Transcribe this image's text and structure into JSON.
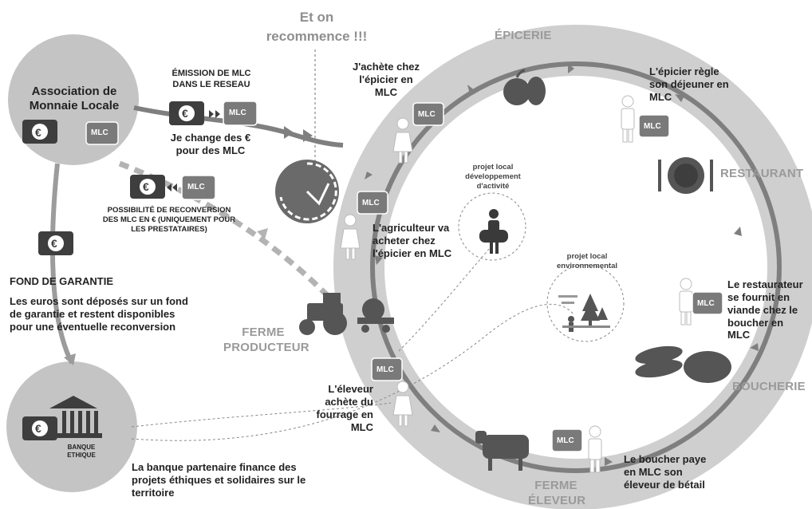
{
  "association": {
    "title": "Association de Monnaie Locale"
  },
  "currency": {
    "euro": "€",
    "mlc": "MLC"
  },
  "emission": {
    "title": "ÉMISSION DE MLC DANS LE RESEAU",
    "caption": "Je change des € pour des MLC"
  },
  "restart": {
    "text": "Et on recommence !!!"
  },
  "reconversion": {
    "text": "POSSIBILITÉ DE RECONVERSION DES MLC EN € (UNIQUEMENT POUR LES PRESTATAIRES)"
  },
  "fund": {
    "title": "FOND DE GARANTIE",
    "text": "Les euros sont déposés sur un fond de garantie et restent disponibles pour une éventuelle reconversion"
  },
  "bank": {
    "label": "BANQUE ETHIQUE",
    "text": "La  banque partenaire finance des projets éthiques et solidaires sur le territoire"
  },
  "stations": {
    "epicerie": "ÉPICERIE",
    "restaurant": "RESTAURANT",
    "boucherie": "BOUCHERIE",
    "ferme_eleveur": "FERME ÉLEVEUR",
    "ferme_producteur": "FERME PRODUCTEUR"
  },
  "steps": {
    "achete_epicier": "J'achète chez l'épicier en MLC",
    "epicier_dejeuner": "L'épicier règle son déjeuner en MLC",
    "restaurateur": "Le restaurateur se fournit en viande chez le boucher en MLC",
    "boucher": "Le boucher paye en MLC son éleveur de bétail",
    "eleveur": "L'éleveur achète du fourrage en MLC",
    "agriculteur": "L'agriculteur va acheter chez l'épicier en MLC"
  },
  "projects": {
    "activite": "projet local développement d'activité",
    "environnemental": "projet local environnemental"
  }
}
